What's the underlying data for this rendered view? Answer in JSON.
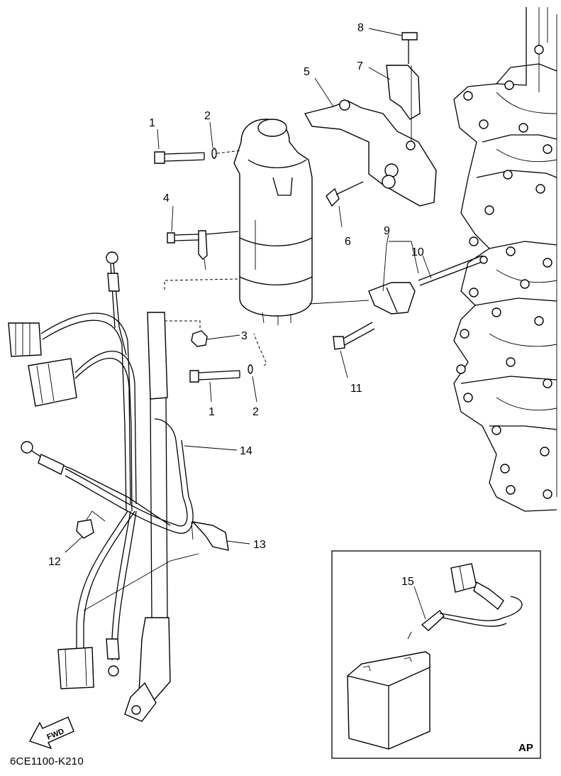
{
  "diagram_code": "6CE1100-K210",
  "fwd_label": "FWD",
  "inset_label": "AP",
  "callouts": [
    {
      "id": "1a",
      "text": "1"
    },
    {
      "id": "2a",
      "text": "2"
    },
    {
      "id": "3",
      "text": "3"
    },
    {
      "id": "1b",
      "text": "1"
    },
    {
      "id": "2b",
      "text": "2"
    },
    {
      "id": "4",
      "text": "4"
    },
    {
      "id": "5",
      "text": "5"
    },
    {
      "id": "6",
      "text": "6"
    },
    {
      "id": "7",
      "text": "7"
    },
    {
      "id": "8",
      "text": "8"
    },
    {
      "id": "9",
      "text": "9"
    },
    {
      "id": "10",
      "text": "10"
    },
    {
      "id": "11",
      "text": "11"
    },
    {
      "id": "12",
      "text": "12"
    },
    {
      "id": "13",
      "text": "13"
    },
    {
      "id": "14",
      "text": "14"
    },
    {
      "id": "15",
      "text": "15"
    }
  ]
}
